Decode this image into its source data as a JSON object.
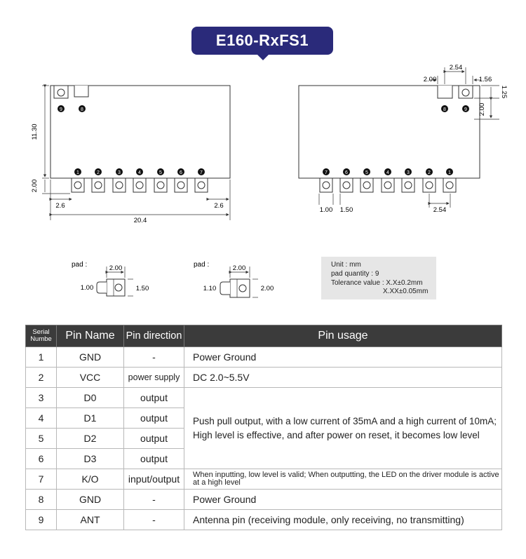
{
  "title": "E160-RxFS1",
  "left_view": {
    "top_pins": [
      {
        "num": "9"
      },
      {
        "num": "8"
      }
    ],
    "bottom_pins": [
      "1",
      "2",
      "3",
      "4",
      "5",
      "6",
      "7"
    ],
    "dim_height": "11.30",
    "dim_pad": "2.00",
    "dim_left": "2.6",
    "dim_right": "2.6",
    "dim_width": "20.4"
  },
  "right_view": {
    "top_pins": [
      "8",
      "9"
    ],
    "bottom_pins": [
      "7",
      "6",
      "5",
      "4",
      "3",
      "2",
      "1"
    ],
    "dim_pitch_top": "2.54",
    "dim_left_top": "2.00",
    "dim_right_top": "1.56",
    "dim_vert_a": "1.25",
    "dim_vert_b": "2.00",
    "dim_pad_w": "1.00",
    "dim_pad_pitch": "1.50",
    "dim_pitch_bottom": "2.54"
  },
  "pad_detail_1": {
    "label": "pad :",
    "top": "2.00",
    "left": "1.00",
    "right": "1.50"
  },
  "pad_detail_2": {
    "label": "pad :",
    "top": "2.00",
    "left": "1.10",
    "right": "2.00"
  },
  "info": {
    "unit": "Unit : mm",
    "quantity": "pad quantity : 9",
    "tolerance": "Tolerance value : X.X±0.2mm",
    "tolerance2": "X.XX±0.05mm"
  },
  "table": {
    "headers": {
      "serial_1": "Serial",
      "serial_2": "Numbe",
      "name": "Pin Name",
      "direction": "Pin direction",
      "usage": "Pin usage"
    },
    "rows": [
      {
        "num": "1",
        "name": "GND",
        "dir": "-",
        "usage": "Power Ground"
      },
      {
        "num": "2",
        "name": "VCC",
        "dir": "power supply",
        "usage": "DC 2.0~5.5V"
      },
      {
        "num": "3",
        "name": "D0",
        "dir": "output"
      },
      {
        "num": "4",
        "name": "D1",
        "dir": "output"
      },
      {
        "num": "5",
        "name": "D2",
        "dir": "output"
      },
      {
        "num": "6",
        "name": "D3",
        "dir": "output"
      },
      {
        "num": "7",
        "name": "K/O",
        "dir": "input/output",
        "usage": "When inputting, low level is valid; When outputting, the LED on the driver module is active at a high level"
      },
      {
        "num": "8",
        "name": "GND",
        "dir": "-",
        "usage": "Power Ground"
      },
      {
        "num": "9",
        "name": "ANT",
        "dir": "-",
        "usage": "Antenna pin (receiving module, only receiving, no transmitting)"
      }
    ],
    "merged_usage_1": "Push pull output, with a low current of 35mA and a high current of 10mA;",
    "merged_usage_2": "High level is effective, and after power on reset, it becomes low level"
  },
  "colors": {
    "accent": "#2a2a7a",
    "header_bg": "#3b3b3b"
  }
}
